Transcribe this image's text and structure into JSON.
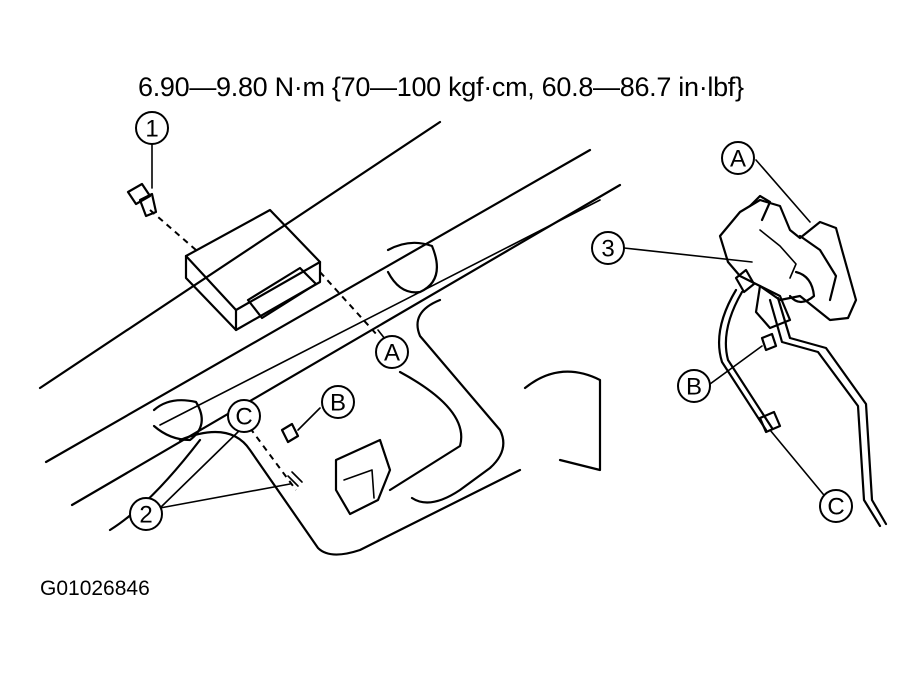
{
  "torque_spec": "6.90—9.80 N·m {70—100 kgf·cm, 60.8—86.7 in·lbf}",
  "figure_id": "G01026846",
  "callouts": {
    "num_1": "1",
    "num_2": "2",
    "num_3": "3",
    "left_a": "A",
    "left_b": "B",
    "left_c": "C",
    "right_a": "A",
    "right_b": "B",
    "right_c": "C"
  }
}
